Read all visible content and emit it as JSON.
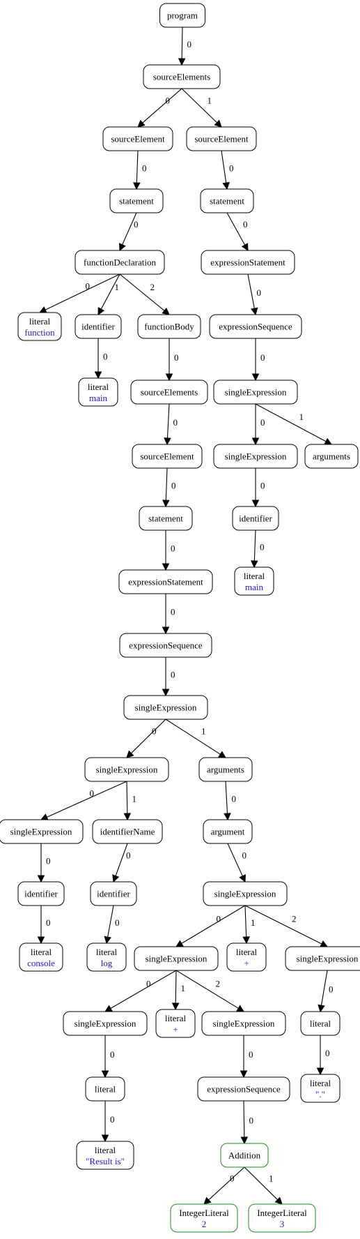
{
  "nodes": {
    "program": {
      "label": "program"
    },
    "sourceElements_root": {
      "label": "sourceElements"
    },
    "sourceElement_0": {
      "label": "sourceElement"
    },
    "sourceElement_1": {
      "label": "sourceElement"
    },
    "statement_L": {
      "label": "statement"
    },
    "statement_R": {
      "label": "statement"
    },
    "functionDeclaration": {
      "label": "functionDeclaration"
    },
    "expressionStatement_R": {
      "label": "expressionStatement"
    },
    "literal_function": {
      "label": "literal",
      "value": "function"
    },
    "identifier_main": {
      "label": "identifier"
    },
    "functionBody": {
      "label": "functionBody"
    },
    "expressionSequence_R": {
      "label": "expressionSequence"
    },
    "literal_main_L": {
      "label": "literal",
      "value": "main"
    },
    "sourceElements_body": {
      "label": "sourceElements"
    },
    "singleExpression_R1": {
      "label": "singleExpression"
    },
    "sourceElement_body": {
      "label": "sourceElement"
    },
    "singleExpression_R2": {
      "label": "singleExpression"
    },
    "arguments_R": {
      "label": "arguments"
    },
    "statement_body": {
      "label": "statement"
    },
    "identifier_R": {
      "label": "identifier"
    },
    "literal_main_R": {
      "label": "literal",
      "value": "main"
    },
    "expressionStatement_body": {
      "label": "expressionStatement"
    },
    "expressionSequence_body": {
      "label": "expressionSequence"
    },
    "singleExpression_call": {
      "label": "singleExpression"
    },
    "singleExpression_member": {
      "label": "singleExpression"
    },
    "arguments_call": {
      "label": "arguments"
    },
    "singleExpression_console": {
      "label": "singleExpression"
    },
    "identifierName": {
      "label": "identifierName"
    },
    "argument": {
      "label": "argument"
    },
    "identifier_console": {
      "label": "identifier"
    },
    "identifier_log": {
      "label": "identifier"
    },
    "singleExpression_add1": {
      "label": "singleExpression"
    },
    "literal_console": {
      "label": "literal",
      "value": "console"
    },
    "literal_log": {
      "label": "literal",
      "value": "log"
    },
    "singleExpression_add2": {
      "label": "singleExpression"
    },
    "literal_plus1": {
      "label": "literal",
      "value": "+"
    },
    "singleExpression_dot": {
      "label": "singleExpression"
    },
    "singleExpression_str": {
      "label": "singleExpression"
    },
    "literal_plus2": {
      "label": "literal",
      "value": "+"
    },
    "singleExpression_paren": {
      "label": "singleExpression"
    },
    "literal_dotwrap": {
      "label": "literal"
    },
    "literal_strwrap": {
      "label": "literal"
    },
    "expressionSequence_paren": {
      "label": "expressionSequence"
    },
    "literal_dot": {
      "label": "literal",
      "value": "\".\""
    },
    "literal_result": {
      "label": "literal",
      "value": "\"Result is\""
    },
    "addition": {
      "label": "Addition"
    },
    "integer_2": {
      "label": "IntegerLiteral",
      "value": "2"
    },
    "integer_3": {
      "label": "IntegerLiteral",
      "value": "3"
    }
  },
  "edges": [
    {
      "from": "program",
      "to": "sourceElements_root",
      "label": "0"
    },
    {
      "from": "sourceElements_root",
      "to": "sourceElement_0",
      "label": "0"
    },
    {
      "from": "sourceElements_root",
      "to": "sourceElement_1",
      "label": "1"
    },
    {
      "from": "sourceElement_0",
      "to": "statement_L",
      "label": "0"
    },
    {
      "from": "sourceElement_1",
      "to": "statement_R",
      "label": "0"
    },
    {
      "from": "statement_L",
      "to": "functionDeclaration",
      "label": "0"
    },
    {
      "from": "statement_R",
      "to": "expressionStatement_R",
      "label": "0"
    },
    {
      "from": "functionDeclaration",
      "to": "literal_function",
      "label": "0"
    },
    {
      "from": "functionDeclaration",
      "to": "identifier_main",
      "label": "1"
    },
    {
      "from": "functionDeclaration",
      "to": "functionBody",
      "label": "2"
    },
    {
      "from": "expressionStatement_R",
      "to": "expressionSequence_R",
      "label": "0"
    },
    {
      "from": "identifier_main",
      "to": "literal_main_L",
      "label": "0"
    },
    {
      "from": "functionBody",
      "to": "sourceElements_body",
      "label": "0"
    },
    {
      "from": "expressionSequence_R",
      "to": "singleExpression_R1",
      "label": "0"
    },
    {
      "from": "sourceElements_body",
      "to": "sourceElement_body",
      "label": "0"
    },
    {
      "from": "singleExpression_R1",
      "to": "singleExpression_R2",
      "label": "0"
    },
    {
      "from": "singleExpression_R1",
      "to": "arguments_R",
      "label": "1"
    },
    {
      "from": "sourceElement_body",
      "to": "statement_body",
      "label": "0"
    },
    {
      "from": "singleExpression_R2",
      "to": "identifier_R",
      "label": "0"
    },
    {
      "from": "identifier_R",
      "to": "literal_main_R",
      "label": "0"
    },
    {
      "from": "statement_body",
      "to": "expressionStatement_body",
      "label": "0"
    },
    {
      "from": "expressionStatement_body",
      "to": "expressionSequence_body",
      "label": "0"
    },
    {
      "from": "expressionSequence_body",
      "to": "singleExpression_call",
      "label": "0"
    },
    {
      "from": "singleExpression_call",
      "to": "singleExpression_member",
      "label": "0"
    },
    {
      "from": "singleExpression_call",
      "to": "arguments_call",
      "label": "1"
    },
    {
      "from": "singleExpression_member",
      "to": "singleExpression_console",
      "label": "0"
    },
    {
      "from": "singleExpression_member",
      "to": "identifierName",
      "label": "1"
    },
    {
      "from": "arguments_call",
      "to": "argument",
      "label": "0"
    },
    {
      "from": "singleExpression_console",
      "to": "identifier_console",
      "label": "0"
    },
    {
      "from": "identifierName",
      "to": "identifier_log",
      "label": "0"
    },
    {
      "from": "argument",
      "to": "singleExpression_add1",
      "label": "0"
    },
    {
      "from": "identifier_console",
      "to": "literal_console",
      "label": "0"
    },
    {
      "from": "identifier_log",
      "to": "literal_log",
      "label": "0"
    },
    {
      "from": "singleExpression_add1",
      "to": "singleExpression_add2",
      "label": "0"
    },
    {
      "from": "singleExpression_add1",
      "to": "literal_plus1",
      "label": "1"
    },
    {
      "from": "singleExpression_add1",
      "to": "singleExpression_dot",
      "label": "2"
    },
    {
      "from": "singleExpression_add2",
      "to": "singleExpression_str",
      "label": "0"
    },
    {
      "from": "singleExpression_add2",
      "to": "literal_plus2",
      "label": "1"
    },
    {
      "from": "singleExpression_add2",
      "to": "singleExpression_paren",
      "label": "2"
    },
    {
      "from": "singleExpression_dot",
      "to": "literal_dotwrap",
      "label": "0"
    },
    {
      "from": "singleExpression_str",
      "to": "literal_strwrap",
      "label": "0"
    },
    {
      "from": "singleExpression_paren",
      "to": "expressionSequence_paren",
      "label": "0"
    },
    {
      "from": "literal_dotwrap",
      "to": "literal_dot",
      "label": "0"
    },
    {
      "from": "literal_strwrap",
      "to": "literal_result",
      "label": "0"
    },
    {
      "from": "expressionSequence_paren",
      "to": "addition",
      "label": "0"
    },
    {
      "from": "addition",
      "to": "integer_2",
      "label": "0"
    },
    {
      "from": "addition",
      "to": "integer_3",
      "label": "1"
    }
  ],
  "colors": {
    "border": "#000000",
    "value_text": "#1a1aee",
    "highlight_border": "#1e8a1e"
  },
  "highlighted_nodes": [
    "addition",
    "integer_2",
    "integer_3"
  ]
}
